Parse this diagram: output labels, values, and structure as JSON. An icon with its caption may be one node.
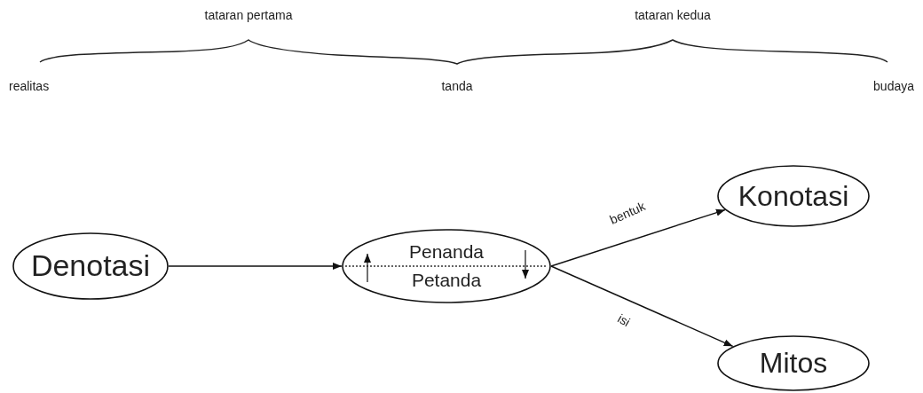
{
  "diagram": {
    "nodes": [
      {
        "text": [
          "Denotasi"
        ]
      },
      {
        "text": [
          "Penanda",
          "Petanda"
        ]
      },
      {
        "text": [
          "Konotasi"
        ]
      },
      {
        "text": [
          "Mitos"
        ]
      }
    ],
    "edges": [
      {
        "from": 0,
        "to": 1,
        "arrow": "to"
      },
      {
        "from": 1,
        "to": 2,
        "arrow": "to",
        "label": "bentuk"
      },
      {
        "from": 1,
        "to": 3,
        "arrow": "to",
        "label": "isi"
      }
    ],
    "labels": [
      "tataran pertama",
      "tataran kedua",
      "realitas",
      "tanda",
      "budaya"
    ]
  }
}
